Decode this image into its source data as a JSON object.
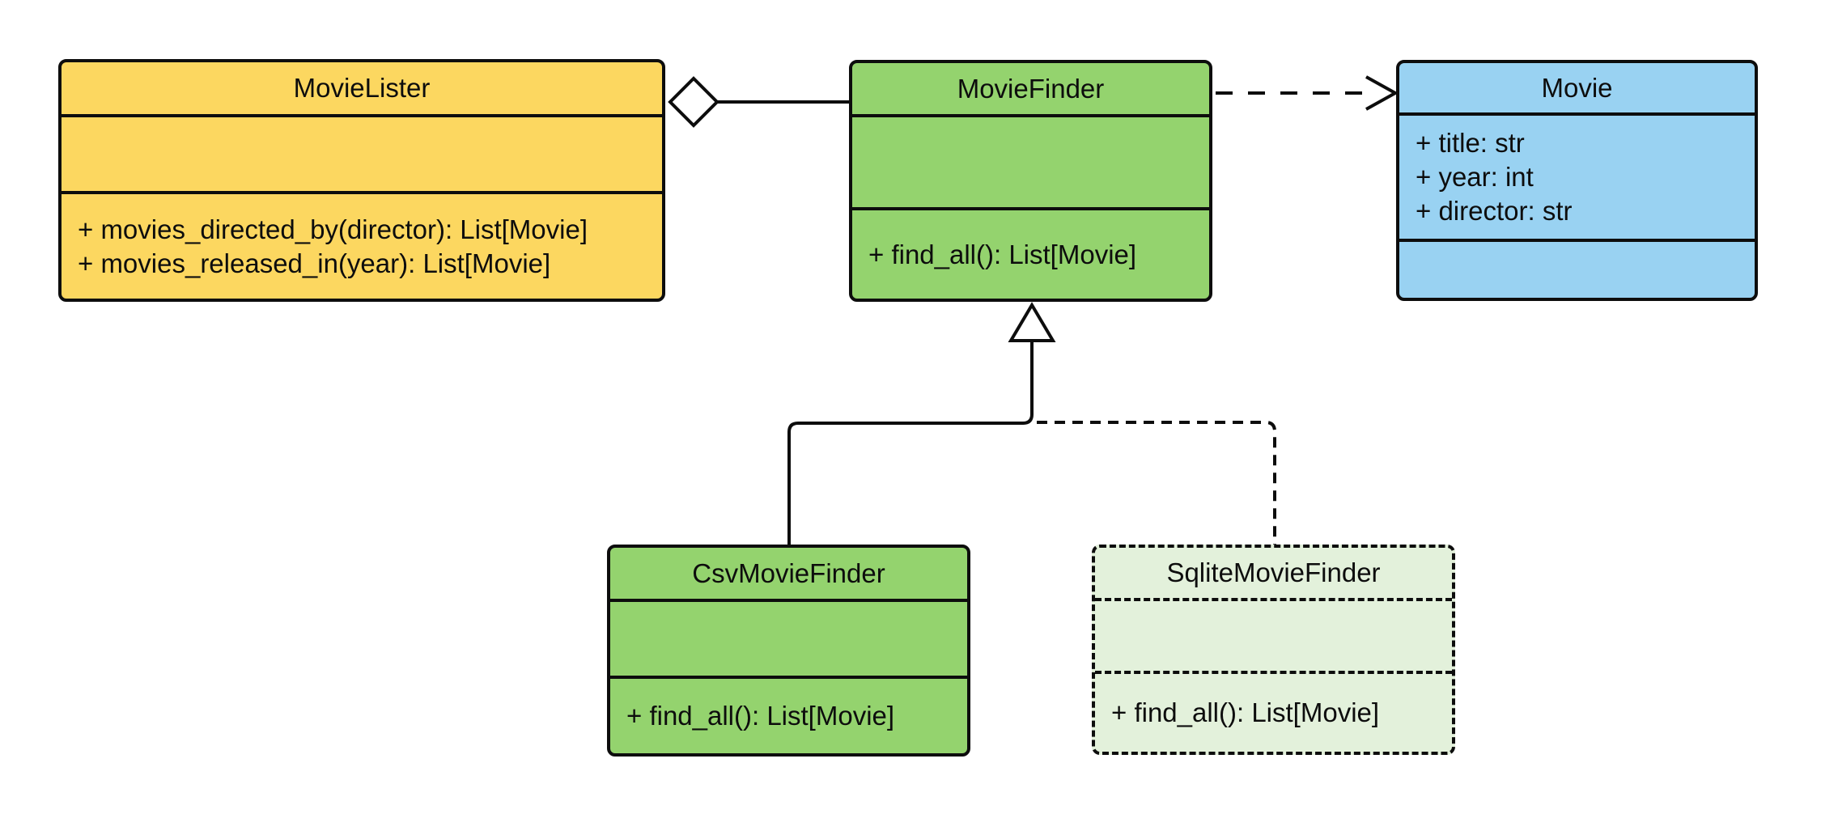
{
  "diagram": {
    "kind": "uml-class-diagram",
    "background": "#FFFFFF",
    "stroke_color": "#0D0D0D",
    "colors": {
      "yellow": "#FCD760",
      "green": "#94D36E",
      "blue": "#99D2F2",
      "pale_green": "#E3F1DB"
    },
    "classes": [
      {
        "name": "MovieLister",
        "fill": "#FCD760",
        "border": "solid",
        "attributes": [],
        "methods": [
          "+ movies_directed_by(director): List[Movie]",
          "+ movies_released_in(year): List[Movie]"
        ]
      },
      {
        "name": "MovieFinder",
        "fill": "#94D36E",
        "border": "solid",
        "attributes": [],
        "methods": [
          "+ find_all(): List[Movie]"
        ]
      },
      {
        "name": "Movie",
        "fill": "#99D2F2",
        "border": "solid",
        "attributes": [
          "+ title: str",
          "+ year: int",
          "+ director: str"
        ],
        "methods": []
      },
      {
        "name": "CsvMovieFinder",
        "fill": "#94D36E",
        "border": "solid",
        "attributes": [],
        "methods": [
          "+ find_all(): List[Movie]"
        ]
      },
      {
        "name": "SqliteMovieFinder",
        "fill": "#E3F1DB",
        "border": "dashed",
        "attributes": [],
        "methods": [
          "+ find_all(): List[Movie]"
        ]
      }
    ],
    "relationships": [
      {
        "type": "aggregation",
        "from": "MovieLister",
        "to": "MovieFinder",
        "line": "solid",
        "marker": "hollow-diamond at MovieLister"
      },
      {
        "type": "dependency",
        "from": "MovieFinder",
        "to": "Movie",
        "line": "dashed",
        "marker": "open-arrow at Movie"
      },
      {
        "type": "generalization",
        "from": "CsvMovieFinder",
        "to": "MovieFinder",
        "line": "solid",
        "marker": "hollow-triangle at MovieFinder"
      },
      {
        "type": "generalization",
        "from": "SqliteMovieFinder",
        "to": "MovieFinder",
        "line": "dashed",
        "marker": "hollow-triangle at MovieFinder"
      }
    ]
  }
}
